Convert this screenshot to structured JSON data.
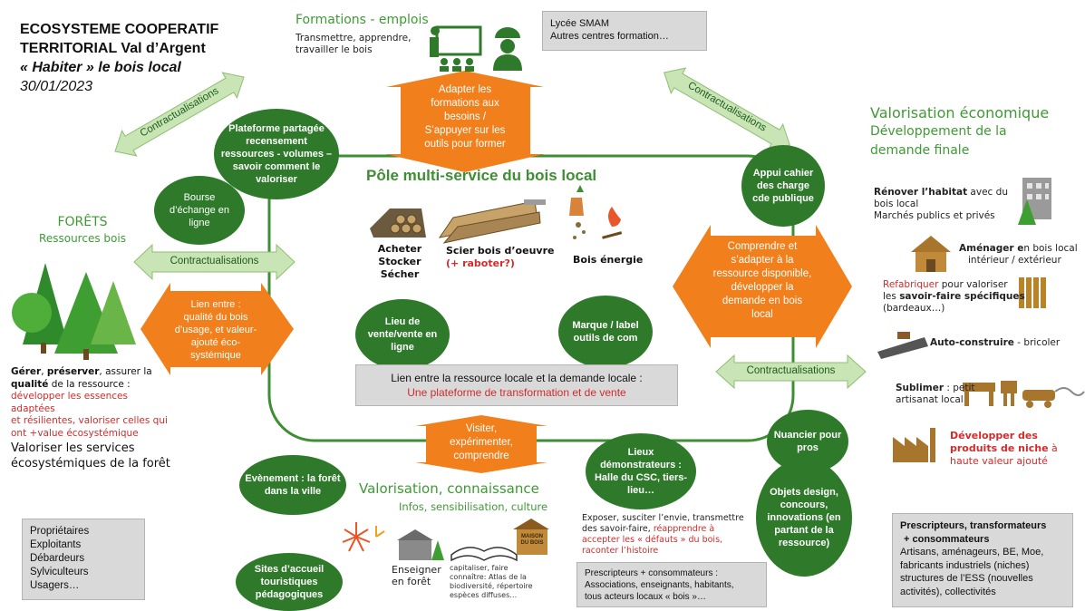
{
  "title": {
    "line1": "ECOSYSTEME COOPERATIF",
    "line2": "TERRITORIAL Val d’Argent",
    "line3": "« Habiter » le bois local",
    "line4": "30/01/2023"
  },
  "formations": {
    "heading": "Formations - emplois",
    "text1": "Transmettre, apprendre,",
    "text2": "travailler le bois"
  },
  "lycee_box": {
    "line1": "Lycée SMAM",
    "line2": "Autres centres formation…"
  },
  "top_orange": {
    "l1": "Adapter les",
    "l2": "formations aux",
    "l3": "besoins /",
    "l4": "S’appuyer sur les",
    "l5": "outils pour former"
  },
  "contract_left_top": "Contractualisations",
  "contract_right_top": "Contractualisations",
  "contract_left_mid": "Contractualisations",
  "contract_right_mid": "Contractualisations",
  "valorisation_eco": {
    "l1": "Valorisation économique",
    "l2": "Développement de la",
    "l3": "demande finale"
  },
  "ovals": {
    "plateforme": "Plateforme partagée recensement ressources - volumes – savoir comment le valoriser",
    "bourse": "Bourse d’échange en ligne",
    "appui": "Appui cahier des charge cde publique",
    "lieu_vente": "Lieu de vente/vente en ligne",
    "marque": "Marque / label outils de com",
    "nuancier": "Nuancier pour pros",
    "lieux_demo": "Lieux démonstrateurs : Halle du CSC, tiers-lieu…",
    "evenement": "Evènement : la forêt dans la ville",
    "objets": "Objets design, concours, innovations (en partant de la ressource)",
    "sites": "Sites d’accueil touristiques pédagogiques"
  },
  "pole": {
    "heading": "Pôle multi-service du bois local"
  },
  "pole_items": {
    "acheter": {
      "l1": "Acheter",
      "l2": "Stocker",
      "l3": "Sécher"
    },
    "scier": {
      "l1": "Scier bois d’oeuvre",
      "l2": "(+ raboter?)"
    },
    "energie": "Bois énergie"
  },
  "lien_box": {
    "l1": "Lien entre la ressource locale et la demande locale :",
    "l2": "Une plateforme de transformation et de vente"
  },
  "forets": {
    "l1": "FORÊTS",
    "l2": "Ressources bois"
  },
  "left_orange": {
    "l1": "Lien entre :",
    "l2": "qualité du bois",
    "l3": "d’usage, et valeur-",
    "l4": "ajouté éco-",
    "l5": "systémique"
  },
  "right_orange": {
    "l1": "Comprendre et",
    "l2": "s’adapter à la",
    "l3": "ressource disponible,",
    "l4": "développer la",
    "l5": "demande en bois",
    "l6": "local"
  },
  "bottom_orange": {
    "l1": "Visiter,",
    "l2": "expérimenter,",
    "l3": "comprendre"
  },
  "gerer": {
    "l1a": "Gérer",
    "l1b": ", ",
    "l1c": "préserver",
    "l1d": ", assurer la",
    "l2a": "qualité",
    "l2b": " de la ressource :",
    "r1": "développer les essences adaptées",
    "r2": "et résilientes, valoriser celles qui",
    "r3": "ont +value écosystémique",
    "b1": "Valoriser les services",
    "b2": "écosystémiques de la forêt"
  },
  "left_bottom_box": {
    "items": [
      "Propriétaires",
      "Exploitants",
      "Débardeurs",
      "Sylviculteurs",
      "Usagers…"
    ]
  },
  "valorisation_conn": {
    "heading": "Valorisation, connaissance",
    "sub": "Infos, sensibilisation, culture"
  },
  "enseigner": {
    "l1": "Enseigner",
    "l2": "en forêt"
  },
  "capitaliser": {
    "l1": "capitaliser, faire",
    "l2": "connaître:  Atlas de la",
    "l3": "biodiversité, répertoire",
    "l4": "espèces diffuses…"
  },
  "maison": {
    "l1": "MAISON",
    "l2": "DU BOIS"
  },
  "exposer": {
    "l1": "Exposer, susciter l’envie, transmettre",
    "l2a": "des savoir-faire, ",
    "l2b": "réapprendre à",
    "l3": "accepter les « défauts » du bois,",
    "l4": "raconter l’histoire"
  },
  "presc_box": {
    "l1": "Prescripteurs + consommateurs :",
    "l2": "Associations, enseignants, habitants,",
    "l3": "tous acteurs locaux « bois »…"
  },
  "right_items": {
    "renover": {
      "b": "Rénover l’habitat",
      "t": " avec du",
      "l2": "bois local",
      "l3": "Marchés publics et privés"
    },
    "amenager": {
      "b": "Aménager e",
      "t": "n bois local",
      "l2": "intérieur / extérieur"
    },
    "refabriquer": {
      "r": "Refabriquer",
      "t": " pour valoriser",
      "l2a": "les ",
      "l2b": "savoir-faire spécifiques",
      "l3": "(bardeaux…)"
    },
    "auto": {
      "b": "Auto-construire",
      "t": " - bricoler"
    },
    "sublimer": {
      "b": "Sublimer",
      "t": " : petit",
      "l2": "artisanat local"
    },
    "niche": {
      "l1": "Développer des",
      "l2": "produits de niche",
      "l2b": " à",
      "l3": "haute valeur ajouté"
    }
  },
  "right_bottom_box": {
    "h1": "Prescripteurs, transformateurs",
    "h2": "+ consommateurs",
    "l1": "Artisans, aménageurs, BE, Moe,",
    "l2": "fabricants industriels (niches)",
    "l3": "structures de l’ESS (nouvelles",
    "l4": "activités), collectivités"
  },
  "colors": {
    "green_dark": "#2e7a2a",
    "green_light": "#c9e5b5",
    "orange": "#f07f1c",
    "red": "#d22b2b"
  }
}
